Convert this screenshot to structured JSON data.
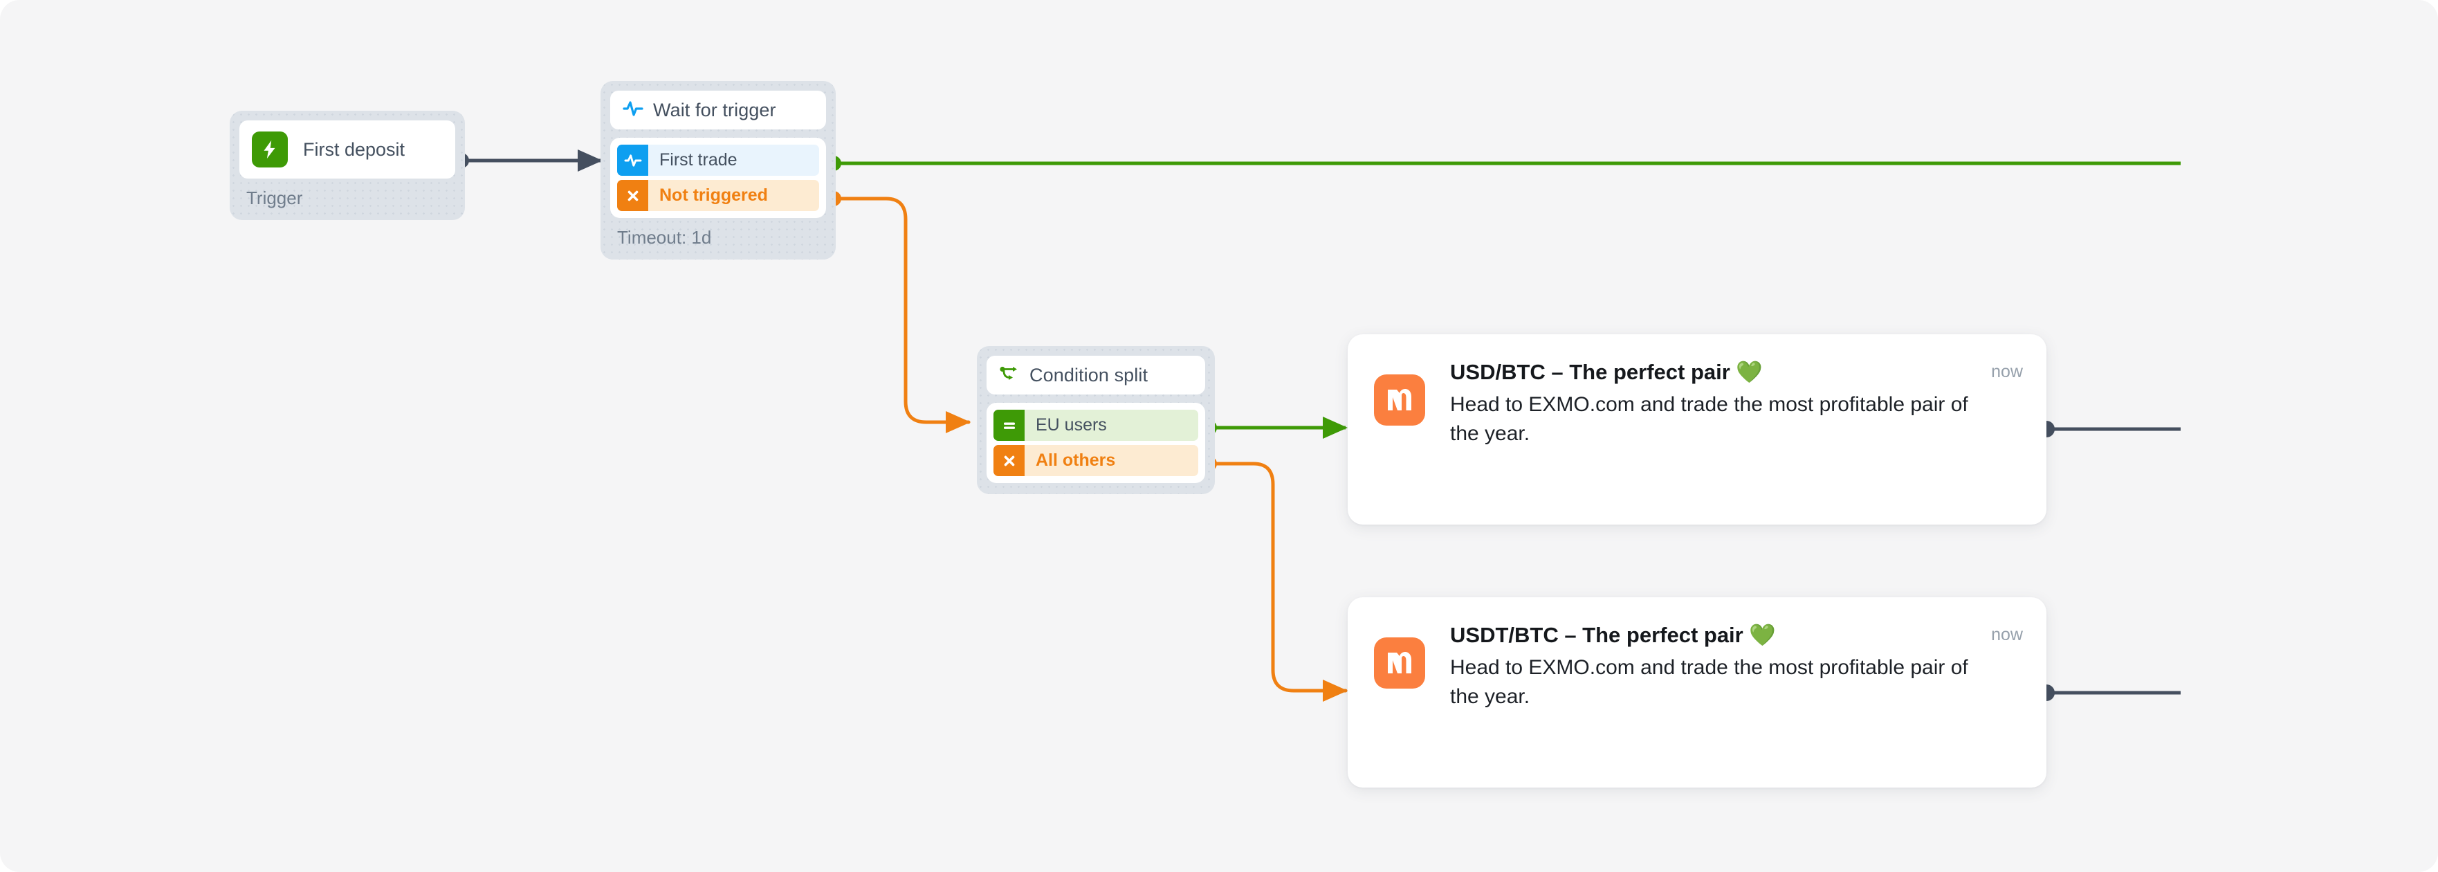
{
  "canvas": {
    "background": "#f5f5f6"
  },
  "nodes": {
    "trigger": {
      "icon": "lightning-bolt-icon",
      "title": "First deposit",
      "footer": "Trigger"
    },
    "wait": {
      "header_icon": "pulse-activity-icon",
      "header_title": "Wait for trigger",
      "footer": "Timeout: 1d",
      "branches": [
        {
          "icon": "pulse-activity-icon",
          "label": "First trade",
          "tone": "info"
        },
        {
          "icon": "close-x-icon",
          "label": "Not triggered",
          "tone": "neg"
        }
      ]
    },
    "condition": {
      "header_icon": "split-branch-icon",
      "header_title": "Condition split",
      "branches": [
        {
          "icon": "equals-icon",
          "label": "EU users",
          "tone": "pos"
        },
        {
          "icon": "close-x-icon",
          "label": "All others",
          "tone": "neg"
        }
      ]
    }
  },
  "cards": [
    {
      "app_icon": "exmo-app-icon",
      "title": "USD/BTC – The perfect pair ",
      "heart": "💚",
      "text": "Head to EXMO.com and trade the most profitable pair of the year.",
      "time": "now"
    },
    {
      "app_icon": "exmo-app-icon",
      "title": "USDT/BTC – The perfect pair ",
      "heart": "💚",
      "text": "Head to EXMO.com and trade the most profitable pair of the year.",
      "time": "now"
    }
  ],
  "colors": {
    "green": "#3e9a06",
    "edge_green": "#3e9a06",
    "orange": "#f08012",
    "blue": "#0e9ff0",
    "slate": "#454f5f",
    "card_icon_orange": "#fb7f3f",
    "node_wrapper": "#dde2e8"
  }
}
